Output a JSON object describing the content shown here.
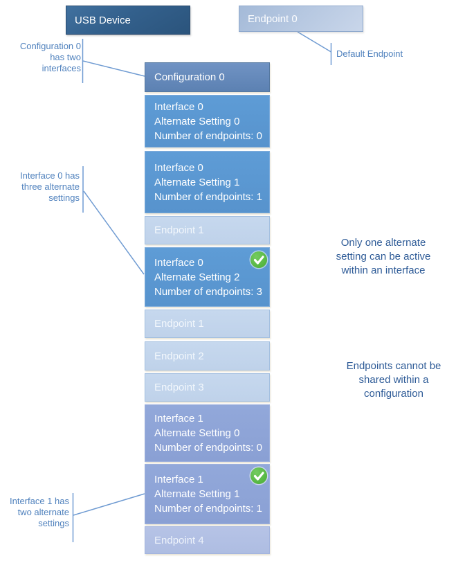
{
  "top_boxes": {
    "usb_device": "USB Device",
    "endpoint0": "Endpoint 0"
  },
  "stack": {
    "configuration": "Configuration 0",
    "if0_alt0": [
      "Interface 0",
      "Alternate Setting 0",
      "Number of endpoints: 0"
    ],
    "if0_alt1": [
      "Interface 0",
      "Alternate Setting 1",
      "Number of endpoints: 1"
    ],
    "ep1_a": "Endpoint 1",
    "if0_alt2": [
      "Interface 0",
      "Alternate Setting 2",
      "Number of endpoints: 3"
    ],
    "ep1_b": "Endpoint 1",
    "ep2": "Endpoint 2",
    "ep3": "Endpoint 3",
    "if1_alt0": [
      "Interface 1",
      "Alternate Setting 0",
      "Number of endpoints: 0"
    ],
    "if1_alt1": [
      "Interface 1",
      "Alternate Setting 1",
      "Number of endpoints: 1"
    ],
    "ep4": "Endpoint 4",
    "active_rows": [
      "if0_alt2",
      "if1_alt1"
    ]
  },
  "callouts": {
    "config": {
      "lines": [
        "Configuration 0",
        "has two",
        "interfaces"
      ]
    },
    "default_endpoint": "Default Endpoint",
    "interface0": {
      "lines": [
        "Interface 0 has",
        "three alternate",
        "settings"
      ]
    },
    "interface1": {
      "lines": [
        "Interface 1 has",
        "two alternate",
        "settings"
      ]
    }
  },
  "notes": {
    "alternate_setting": {
      "lines": [
        "Only one alternate",
        "setting can be active",
        "within an interface"
      ]
    },
    "endpoint_sharing": {
      "lines": [
        "Endpoints cannot be",
        "shared within a",
        "configuration"
      ]
    }
  },
  "colors": {
    "usb_device_box": "#33608c",
    "endpoint0_box": "#b7c8e1",
    "configuration_box": "#668cbe",
    "interface0_box": "#5b9ad2",
    "endpoint_box": "#c3d6ec",
    "interface1_box": "#8ea6d9",
    "endpoint4_box": "#b3c1e5",
    "active_check": "#5bbf4a",
    "connector_line": "#6f9bd2",
    "callout_text": "#4f81bd",
    "note_text": "#2e5b97",
    "box_text": "#ffffff"
  }
}
